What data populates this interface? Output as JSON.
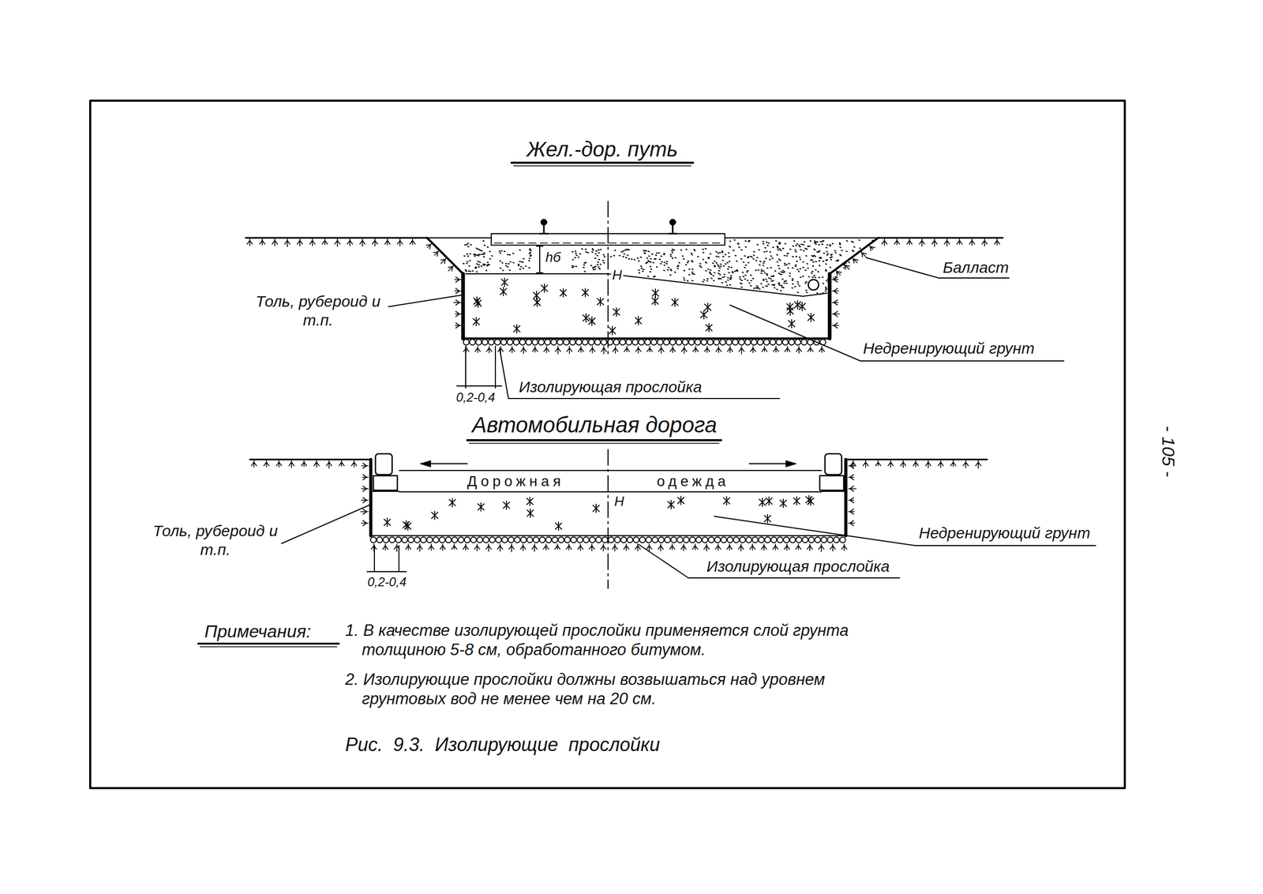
{
  "diagram": {
    "caption": "Рис. 9.3. Изолирующие прослойки",
    "nodes": [
      {
        "text": [
          "Дорожная",
          "одежда"
        ]
      }
    ],
    "labels": [
      "Жел.-дор. путь",
      "hб",
      "Н",
      "Балласт",
      "Толь, рубероид и т.п.",
      "Недренирующий грунт",
      "0,2-0,4",
      "Изолирующая прослойка",
      "Автомобильная дорога",
      "Толь, рубероид и т.п.",
      "Н",
      "Недренирующий грунт",
      "Изолирующая прослойка",
      "0,2-0,4",
      "Примечания:",
      "1. В качестве изолирующей прослойки применяется слой грунта толщиною 5-8 см, обработанного битумом.",
      "2. Изолирующие прослойки должны возвышаться над уровнем грунтовых вод не менее чем на 20 см.",
      "- 105 -"
    ]
  }
}
